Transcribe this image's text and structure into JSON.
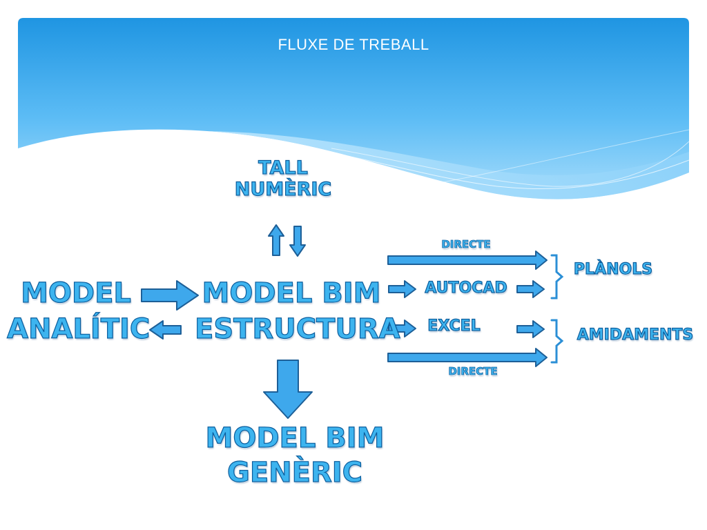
{
  "title": "FLUXE DE TREBALL",
  "nodes": {
    "tall_numeric": [
      "TALL",
      "NUMÈRIC"
    ],
    "model_analitic": [
      "MODEL",
      "ANALÍTIC"
    ],
    "model_bim_estructura": [
      "MODEL BIM",
      "ESTRUCTURA"
    ],
    "model_bim_generic": [
      "MODEL BIM",
      "GENÈRIC"
    ],
    "autocad": "AUTOCAD",
    "excel": "EXCEL",
    "planols": "PLÀNOLS",
    "amidaments": "AMIDAMENTS",
    "directe_top": "DIRECTE",
    "directe_bottom": "DIRECTE"
  },
  "colors": {
    "header_top": "#2a9de6",
    "header_bottom": "#8fd4fb",
    "arrow_fill": "#3ea8ec",
    "arrow_stroke": "#1d5f97",
    "text_fill": "#3db4ef",
    "text_outline": "#0a5c9c"
  }
}
